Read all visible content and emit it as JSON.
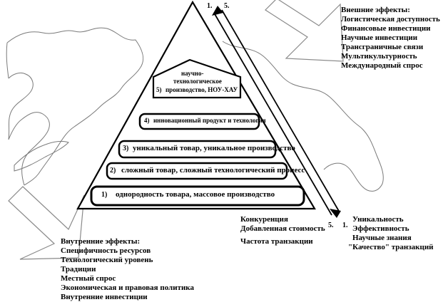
{
  "pyramid": {
    "levels": [
      {
        "num": "1)",
        "label": "однородность товара, массовое производство"
      },
      {
        "num": "2)",
        "label": "сложный товар, сложный технологический процесс"
      },
      {
        "num": "3)",
        "label": "уникальный товар, уникальное производство"
      },
      {
        "num": "4)",
        "label": "инновационный продукт и технология"
      },
      {
        "num": "5)",
        "label_lines": [
          "научно-",
          "технологическое",
          "производство, НОУ-ХАУ"
        ]
      }
    ]
  },
  "arrow_labels": {
    "top_left": "1.",
    "top_right": "5.",
    "bottom_left": "5.",
    "bottom_right": "1."
  },
  "external": {
    "title": "Внешние эффекты:",
    "items": [
      "Логистическая доступность",
      "Финансовые инвестиции",
      "Научные инвестиции",
      "Трансграничные связи",
      "Мультикультурность",
      "Международный спрос"
    ]
  },
  "internal": {
    "title": "Внутренние эффекты:",
    "items": [
      "Специфичность ресурсов",
      "Технологический уровень",
      "Традиции",
      "Местный спрос",
      "Экономическая и правовая политика",
      "Внутренние инвестиции"
    ]
  },
  "center": {
    "items": [
      "Конкуренция",
      "Добавленная стоимость",
      "Частота транзакции"
    ]
  },
  "right": {
    "items": [
      "Уникальность",
      "Эффективность",
      "Научные знания",
      "\"Качество\" транзакций"
    ]
  }
}
